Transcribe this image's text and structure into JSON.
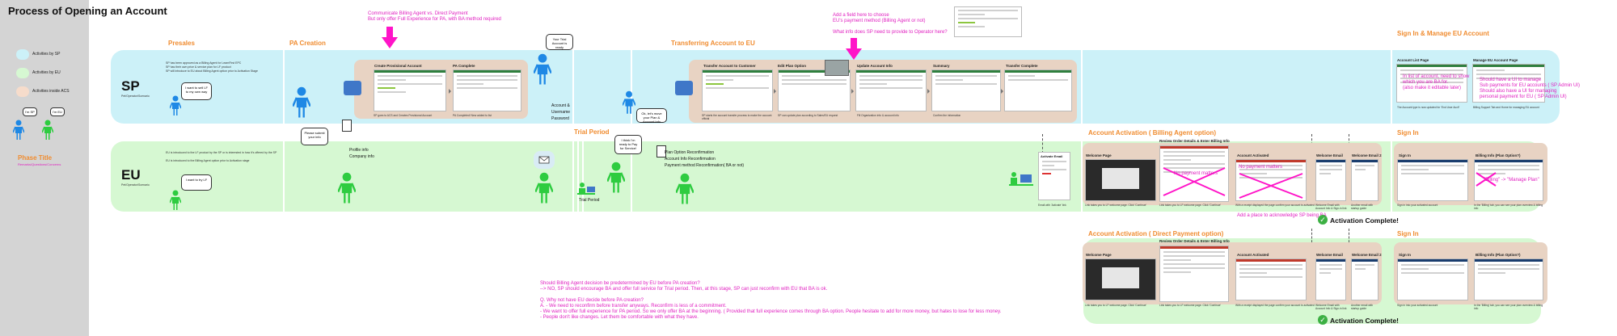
{
  "page": {
    "title": "Process of Opening an Account"
  },
  "legend": [
    {
      "label": "Activities by SP",
      "color": "#ccf1f8"
    },
    {
      "label": "Activities by EU",
      "color": "#d6f8d2"
    },
    {
      "label": "Activities inside ACS",
      "color": "#f6dccb"
    }
  ],
  "legend_people": {
    "sp_label": "I'm SP",
    "eu_label": "I'm EU"
  },
  "phase_legend": {
    "title": "Phase Title",
    "subtitle": "Remarks/Questions/Concerns"
  },
  "lanes": {
    "sp": {
      "label": "SP",
      "sub": "Pet/Operator/Scenario"
    },
    "eu": {
      "label": "EU",
      "sub": "Pet/Operator/Scenario"
    }
  },
  "phases": {
    "presales": "Presales",
    "pa_creation": "PA Creation",
    "trial_period": "Trial Period",
    "transfer": "Transferring Account to EU",
    "sign_in_manage": "Sign In & Manage EU Account",
    "activation_ba": "Account Activation ( Billing Agent option)",
    "sign_in_1": "Sign In",
    "activation_dp": "Account Activation ( Direct Payment option)",
    "sign_in_2": "Sign In"
  },
  "presales": {
    "sp_text": [
      "SP has been approved as a Billing Agent for LearnFirst EPC",
      "SP has their own price & service plan for LF product",
      "SP will introduce to EU about Billing Agent option prior to Activation Stage"
    ],
    "sp_bubble": "I want to sell LF to my own way",
    "eu_text": [
      "EU is introduced to the LF product by the SP or is interested in how it's offered by the SP",
      "EU is introduced to the Billing Agent option prior to Activation stage"
    ],
    "eu_bubble": "I want to try LF"
  },
  "pa_creation": {
    "eu_bubble": "Please submit your info",
    "profile_info": [
      "Profile info",
      "Company info"
    ],
    "screens": [
      {
        "title": "Create Provisional Account",
        "caption": "SP goes to ACS and Creates Provisional Account"
      },
      {
        "title": "PA Complete",
        "caption": "PA Completed! New added to list"
      }
    ],
    "sp_bubble": "Your Trial Account is ready",
    "account_info": [
      "Account &",
      "Username",
      "Password"
    ]
  },
  "top_notes": {
    "billing": [
      "Communicate Billing Agent vs. Direct Payment",
      "But only offer Full Experience for PA, with BA method required"
    ],
    "payment_field": [
      "Add a field here to choose",
      "EU's payment method (Billing Agent or not)",
      "",
      "What info does SP need to provide to Operator here?"
    ]
  },
  "trial": {
    "label": "Trial Period",
    "bubble": "I think I'm ready to Pay for Service!"
  },
  "transfer": {
    "sp_bubble": "Ok, let's move your Plan & Account info",
    "eu_items": [
      "Plan Option Reconfirmation",
      "Account Info Reconfirmation",
      "Payment method Reconfirmation( BA or not)"
    ],
    "screens": [
      {
        "title": "Transfer Account to Customer",
        "caption": "SP starts the account transfer process to make the account official"
      },
      {
        "title": "Edit Plan Option",
        "caption": "SP can update plan according to Sales/EU request"
      },
      {
        "title": "Update Account Info",
        "caption": "Fill Organization info & account info"
      },
      {
        "title": "Summary",
        "caption": "Confirm the information"
      },
      {
        "title": "Transfer Complete",
        "caption": ""
      }
    ]
  },
  "sign_in_manage": {
    "screens": [
      {
        "title": "Account List Page",
        "caption": "The Account type is now updated for 'End User Acct'!"
      },
      {
        "title": "Manage EU Account Page",
        "caption": "Billing Support Tab and Home for managing EU account"
      }
    ],
    "note_left": [
      "In list of account, need to show",
      "which you are BA for.",
      "(also make it editable later)"
    ],
    "note_right": [
      "Should have a UI to manage",
      "Sub payments for EU accounts ( SP Admin UI)",
      "Should also have a UI for managing",
      "personal payment for EU ( SP Admin UI)"
    ]
  },
  "activation_ba": {
    "email_label": "Activate Email",
    "email_caption": "Email with 'Activate' link",
    "review_header": "Review Order Details & Enter Billing Info",
    "screens": [
      {
        "title": "Welcome Page",
        "caption": "Link takes you to LF welcome page. Click 'Continue'"
      },
      {
        "title": "",
        "caption": "Link takes you to LF welcome page. Click 'Continue'"
      },
      {
        "title": "Account Activated",
        "caption": "With a receipt displayed the page confirm your account is activated"
      },
      {
        "title": "Welcome Email",
        "caption": "Welcome Email with Account Info & Sign-in link"
      },
      {
        "title": "Welcome Email 2",
        "caption": "Another email with startup guide"
      }
    ],
    "no_payment": "No payment matters",
    "no_payment_2": "No payment matters",
    "ack_note": "Add a place to acknowledge SP being BA",
    "complete": "Activation Complete!"
  },
  "sign_in_1": {
    "screens": [
      {
        "title": "Sign In",
        "caption": "Sign in into your activated account"
      },
      {
        "title": "Billing Info (Plan Option?)",
        "caption": "In the 'Billing' tab, you can see your plan overview & billing info"
      }
    ],
    "note": [
      "\"Billing\" -> \"Manage Plan\""
    ]
  },
  "activation_dp": {
    "review_header": "Review Order Details & Enter Billing Info",
    "screens": [
      {
        "title": "Welcome Page",
        "caption": "Link takes you to LF welcome page. Click 'Continue'"
      },
      {
        "title": "",
        "caption": "Link takes you to LF welcome page. Click 'Continue'"
      },
      {
        "title": "Account Activated",
        "caption": "With a receipt displayed the page confirm your account is activated"
      },
      {
        "title": "Welcome Email",
        "caption": "Welcome Email with Account Info & Sign-in link"
      },
      {
        "title": "Welcome Email 2",
        "caption": "Another email with startup guide"
      }
    ],
    "complete": "Activation Complete!"
  },
  "sign_in_2": {
    "screens": [
      {
        "title": "Sign In",
        "caption": "Sign in into your activated account"
      },
      {
        "title": "Billing Info (Plan Option?)",
        "caption": "In the 'Billing' tab, you can see your plan overview & billing info"
      }
    ]
  },
  "bottom_notes": [
    "Should Billing Agent decision be predetermined by EU before PA creation?",
    " --> NO, SP should encourage BA and offer full service for Trial period. Then, at this stage, SP can just reconfirm with EU that BA is ok.",
    "",
    "Q. Why not have EU decide before PA creation?",
    "A. - We need to reconfirm before transfer anyways. Reconfirm is less of a commitment.",
    "     - We want to offer full experience for PA period. So we only offer BA at the beginning. ( Provided that full experience comes through BA option. People hesitate to add for more money, but hates to lose for less money.",
    "     - People don't like changes. Let them be comfortable with what they have."
  ],
  "colors": {
    "sp_band": "#ccf1f8",
    "eu_band": "#d6f8d2",
    "acs_group": "#e8d3c3",
    "note_pink": "#e020c0",
    "phase_orange": "#f08c30",
    "sp_person": "#1e88e5",
    "eu_person": "#2ecc40"
  }
}
